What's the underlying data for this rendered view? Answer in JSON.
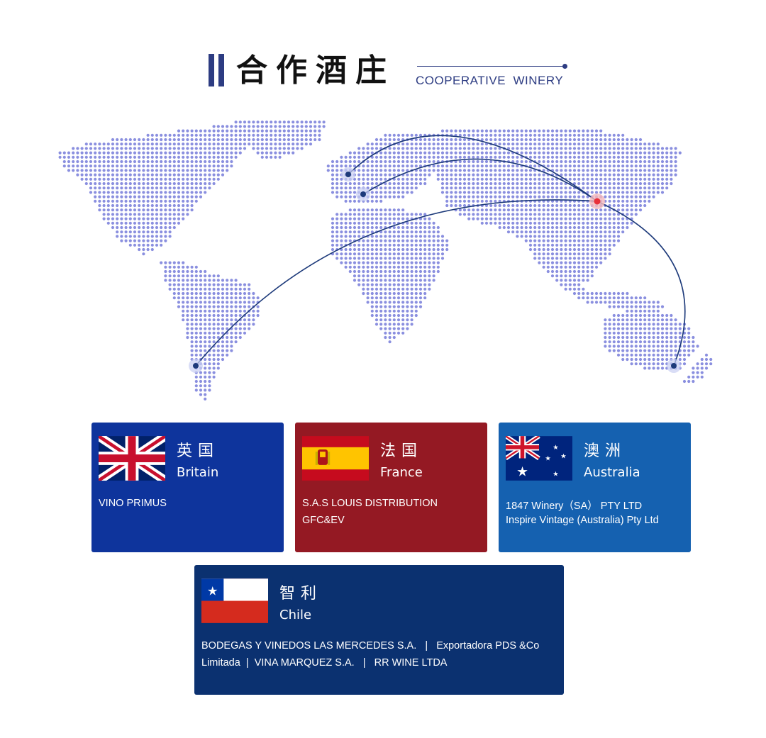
{
  "header": {
    "title_cn": "合作酒庄",
    "title_en": "COOPERATIVE  WINERY"
  },
  "colors": {
    "accent": "#2d3c82",
    "map_dots": "#8a8fdf",
    "route_line": "#1d3a7a",
    "hub_marker": "#e8303a"
  },
  "map": {
    "routes": [
      "Britain",
      "France",
      "Chile",
      "Australia"
    ],
    "hub": "China"
  },
  "countries": [
    {
      "cn": "英国",
      "en": "Britain",
      "flag": "uk-flag-icon",
      "bg": "#0e349c",
      "wineries": [
        "VINO PRIMUS"
      ]
    },
    {
      "cn": "法国",
      "en": "France",
      "flag": "spain-flag-icon",
      "bg": "#941923",
      "wineries": [
        "S.A.S LOUIS DISTRIBUTION",
        "GFC&EV"
      ]
    },
    {
      "cn": "澳洲",
      "en": "Australia",
      "flag": "australia-flag-icon",
      "bg": "#1561b0",
      "wineries": [
        "1847 Winery（SA） PTY LTD",
        "Inspire Vintage (Australia) Pty Ltd"
      ]
    },
    {
      "cn": "智利",
      "en": "Chile",
      "flag": "chile-flag-icon",
      "bg": "#0b3170",
      "lines": [
        "BODEGAS Y VINEDOS LAS MERCEDES S.A.   |   Exportadora PDS &Co",
        "Limitada  |  VINA MARQUEZ S.A.   |   RR WINE LTDA"
      ]
    }
  ]
}
